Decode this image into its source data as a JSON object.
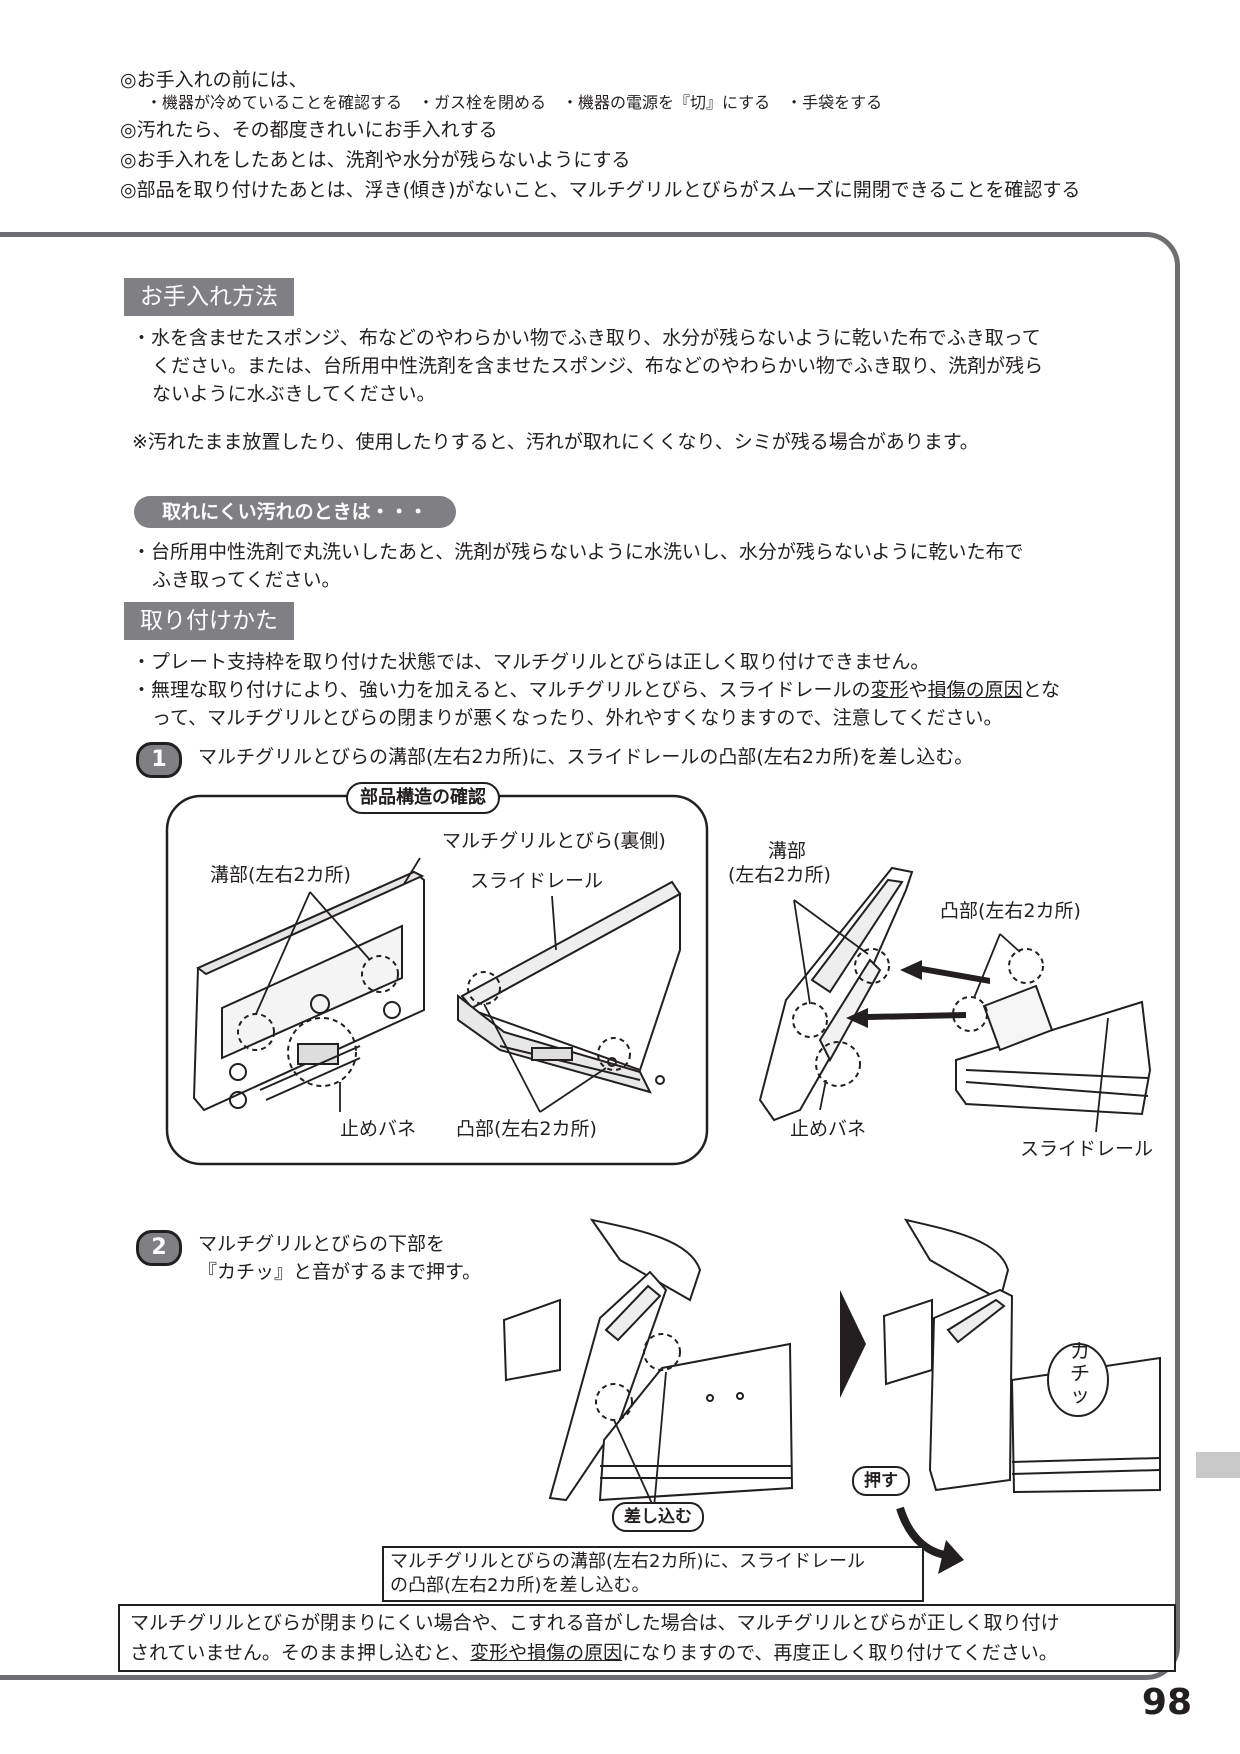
{
  "precautions": {
    "line1": "◎お手入れの前には、",
    "line1_sub": "・機器が冷めていることを確認する　・ガス栓を閉める　・機器の電源を『切』にする　・手袋をする",
    "line2": "◎汚れたら、その都度きれいにお手入れする",
    "line3": "◎お手入れをしたあとは、洗剤や水分が残らないようにする",
    "line4": "◎部品を取り付けたあとは、浮き(傾き)がないこと、マルチグリルとびらがスムーズに開閉できることを確認する"
  },
  "section_care": {
    "header": "お手入れ方法",
    "bullet1": "・水を含ませたスポンジ、布などのやわらかい物でふき取り、水分が残らないように乾いた布でふき取って",
    "bullet1_l2": "ください。または、台所用中性洗剤を含ませたスポンジ、布などのやわらかい物でふき取り、洗剤が残ら",
    "bullet1_l3": "ないように水ぶきしてください。",
    "note": "※汚れたまま放置したり、使用したりすると、汚れが取れにくくなり、シミが残る場合があります。",
    "hard_stain_pill": "取れにくい汚れのときは・・・",
    "hard_stain_l1": "・台所用中性洗剤で丸洗いしたあと、洗剤が残らないように水洗いし、水分が残らないように乾いた布で",
    "hard_stain_l2": "ふき取ってください。"
  },
  "section_install": {
    "header": "取り付けかた",
    "bullet1": "・プレート支持枠を取り付けた状態では、マルチグリルとびらは正しく取り付けできません。",
    "bullet2_a": "・無理な取り付けにより、強い力を加えると、マルチグリルとびら、スライドレールの",
    "bullet2_u1": "変形",
    "bullet2_b": "や",
    "bullet2_u2": "損傷の原因",
    "bullet2_c": "とな",
    "bullet2_l2": "って、マルチグリルとびらの閉まりが悪くなったり、外れやすくなりますので、注意してください。",
    "step1_num": "1",
    "step1_text": "マルチグリルとびらの溝部(左右2カ所)に、スライドレールの凸部(左右2カ所)を差し込む。",
    "frame_title": "部品構造の確認",
    "lbl_door_back": "マルチグリルとびら(裏側)",
    "lbl_groove": "溝部(左右2カ所)",
    "lbl_rail": "スライドレール",
    "lbl_stopper": "止めバネ",
    "lbl_convex": "凸部(左右2カ所)",
    "lbl_groove2a": "溝部",
    "lbl_groove2b": "(左右2カ所)",
    "lbl_convex2": "凸部(左右2カ所)",
    "lbl_stopper2": "止めバネ",
    "lbl_rail2": "スライドレール",
    "step2_num": "2",
    "step2_l1": "マルチグリルとびらの下部を",
    "step2_l2": "『カチッ』と音がするまで押す。",
    "insert_pill": "差し込む",
    "push_pill": "押す",
    "click_sound": "カチッ",
    "insert_note_l1": "マルチグリルとびらの溝部(左右2カ所)に、スライドレール",
    "insert_note_l2": "の凸部(左右2カ所)を差し込む。",
    "bottom_l1": "マルチグリルとびらが閉まりにくい場合や、こすれる音がした場合は、マルチグリルとびらが正しく取り付け",
    "bottom_l2a": "されていません。そのまま押し込むと、",
    "bottom_u": "変形や損傷の原因",
    "bottom_l2b": "になりますので、再度正しく取り付けてください。"
  },
  "page_number": "98"
}
